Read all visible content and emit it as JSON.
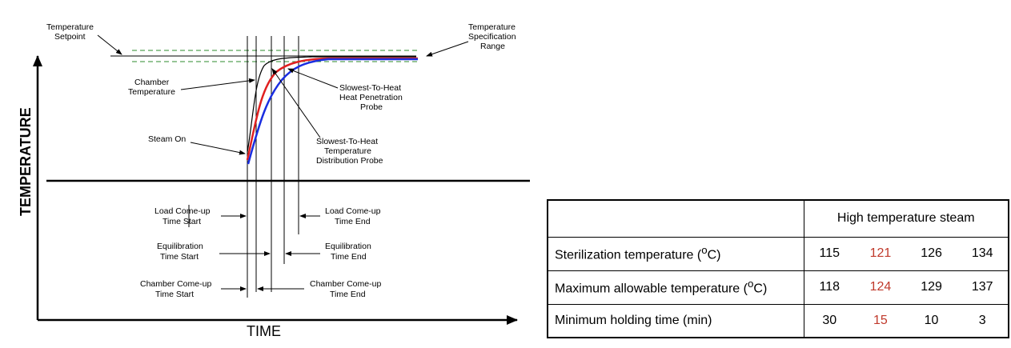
{
  "diagram": {
    "y_axis_title": "TEMPERATURE",
    "x_axis_title": "TIME",
    "labels": {
      "setpoint_line1": "Temperature",
      "setpoint_line2": "Setpoint",
      "spec_line1": "Temperature",
      "spec_line2": "Specification",
      "spec_line3": "Range",
      "chamber_line1": "Chamber",
      "chamber_line2": "Temperature",
      "steam_on": "Steam On",
      "heat_pen_line1": "Slowest-To-Heat",
      "heat_pen_line2": "Heat Penetration",
      "heat_pen_line3": "Probe",
      "dist_line1": "Slowest-To-Heat",
      "dist_line2": "Temperature",
      "dist_line3": "Distribution Probe",
      "load_start_line1": "Load Come-up",
      "load_start_line2": "Time Start",
      "load_end_line1": "Load Come-up",
      "load_end_line2": "Time End",
      "equil_start_line1": "Equilibration",
      "equil_start_line2": "Time Start",
      "equil_end_line1": "Equilibration",
      "equil_end_line2": "Time End",
      "chamber_start_line1": "Chamber Come-up",
      "chamber_start_line2": "Time Start",
      "chamber_end_line1": "Chamber Come-up",
      "chamber_end_line2": "Time End"
    },
    "colors": {
      "chamber_curve": "#000000",
      "heat_penetration_curve": "#e02020",
      "distribution_curve": "#1a2ee0",
      "spec_range": "#2e8b2e"
    }
  },
  "table": {
    "header": "High temperature steam",
    "highlight_color": "#c0392b",
    "rows": [
      {
        "label": "Sterilization temperature (",
        "sup": "o",
        "label_tail": "C)",
        "values": [
          "115",
          "121",
          "126",
          "134"
        ]
      },
      {
        "label": "Maximum allowable temperature (",
        "sup": "o",
        "label_tail": "C)",
        "values": [
          "118",
          "124",
          "129",
          "137"
        ]
      },
      {
        "label": "Minimum holding time (min)",
        "sup": "",
        "label_tail": "",
        "values": [
          "30",
          "15",
          "10",
          "3"
        ]
      }
    ]
  }
}
